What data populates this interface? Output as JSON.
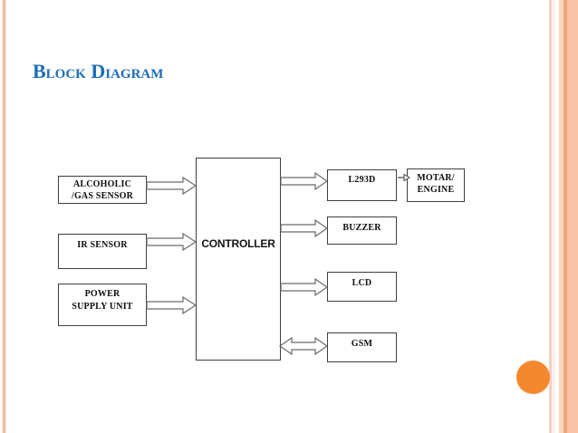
{
  "slide": {
    "title": "Block Diagram"
  },
  "diagram": {
    "alcohol_sensor": {
      "line1": "ALCOHOLIC",
      "line2": "/GAS SENSOR"
    },
    "ir_sensor": {
      "label": "IR SENSOR"
    },
    "power_supply": {
      "line1": "POWER",
      "line2": "SUPPLY UNIT"
    },
    "controller": {
      "label": "CONTROLLER"
    },
    "l293d": {
      "label": "L293D"
    },
    "motar_engine": {
      "line1": "MOTAR/",
      "line2": "ENGINE"
    },
    "buzzer": {
      "label": "BUZZER"
    },
    "lcd": {
      "label": "LCD"
    },
    "gsm": {
      "label": "GSM"
    }
  },
  "colors": {
    "title_blue": "#1d6db7",
    "accent_circle_orange": "#f5882f",
    "stripe_pink": "#ecbaa2",
    "stripe_salmon": "#f1a582",
    "stripe_peach": "#f9c3a5",
    "block_border": "#3f3f3f",
    "arrow_outline": "#6a6a6a"
  }
}
